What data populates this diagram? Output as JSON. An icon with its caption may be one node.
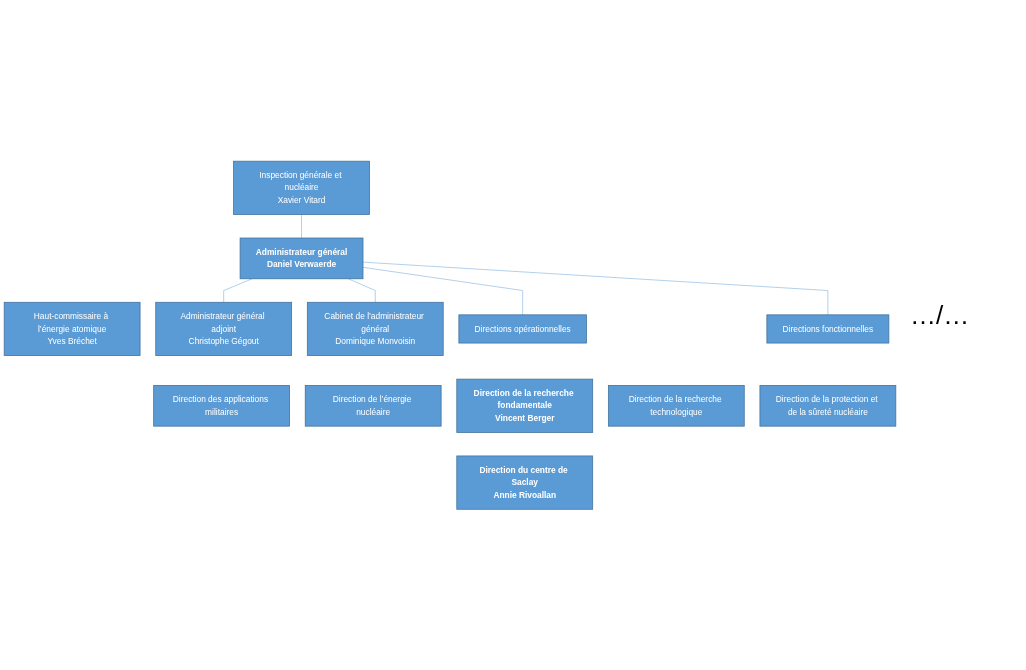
{
  "diagram": {
    "nodes": [
      {
        "text": [
          "Inspection générale et nucléaire",
          "Xavier Vitard"
        ]
      },
      {
        "text": [
          "Administrateur général",
          "Daniel Verwaerde"
        ]
      },
      {
        "text": [
          "Haut-commissaire à l’énergie atomique",
          "Yves Bréchet"
        ]
      },
      {
        "text": [
          "Administrateur général adjoint",
          "Christophe Gégout"
        ]
      },
      {
        "text": [
          "Cabinet de l’administrateur général",
          "Dominique Monvoisin"
        ]
      },
      {
        "text": [
          "Directions opérationnelles"
        ]
      },
      {
        "text": [
          "Directions fonctionnelles"
        ]
      },
      {
        "text": [
          "Direction des applications militaires"
        ]
      },
      {
        "text": [
          "Direction de l’énergie nucléaire"
        ]
      },
      {
        "text": [
          "Direction de la recherche fondamentale",
          "Vincent Berger"
        ]
      },
      {
        "text": [
          "Direction de la recherche technologique"
        ]
      },
      {
        "text": [
          "Direction du centre de Saclay",
          "Annie Rivoallan"
        ]
      },
      {
        "text": [
          "Direction de la protection et de la sûreté nucléaire"
        ]
      }
    ],
    "edges": [
      {
        "from": 0,
        "to": 1,
        "arrow": "none"
      },
      {
        "from": 1,
        "to": 3,
        "arrow": "none"
      },
      {
        "from": 1,
        "to": 4,
        "arrow": "none"
      },
      {
        "from": 1,
        "to": 5,
        "arrow": "none"
      },
      {
        "from": 1,
        "to": 6,
        "arrow": "none"
      }
    ],
    "labels": [
      "…/…"
    ]
  }
}
